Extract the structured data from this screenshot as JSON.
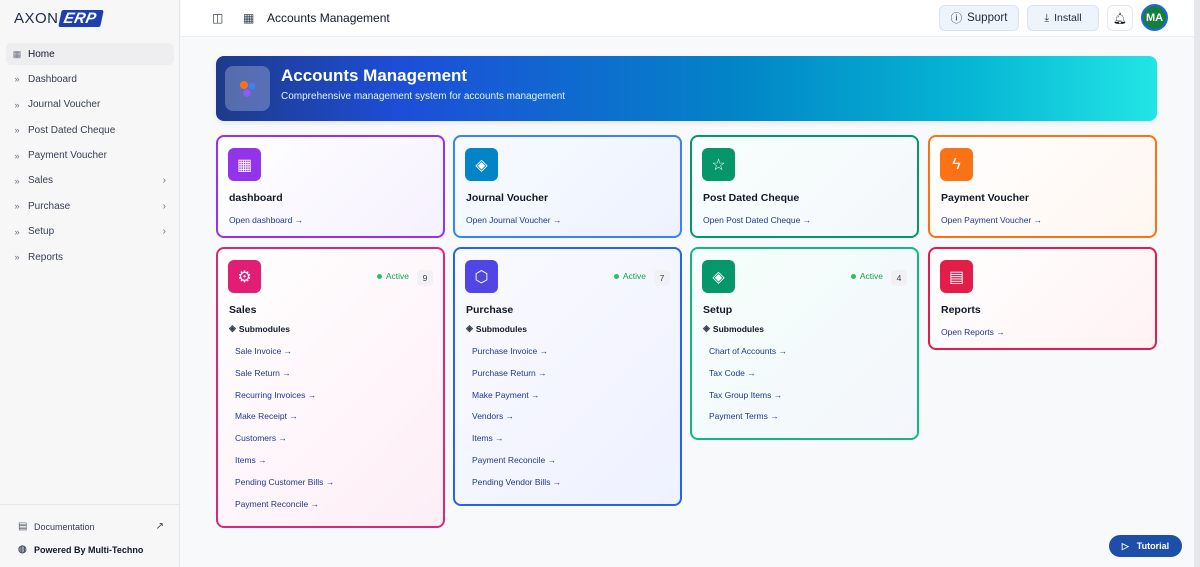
{
  "brand": {
    "part1": "AXON",
    "part2": "ERP"
  },
  "sidebar": {
    "items": [
      {
        "label": "Home",
        "icon": "grid-icon"
      },
      {
        "label": "Dashboard",
        "icon": "chevrons-right-icon"
      },
      {
        "label": "Journal Voucher",
        "icon": "chevrons-right-icon"
      },
      {
        "label": "Post Dated Cheque",
        "icon": "chevrons-right-icon"
      },
      {
        "label": "Payment Voucher",
        "icon": "chevrons-right-icon"
      },
      {
        "label": "Sales",
        "icon": "chevrons-right-icon"
      },
      {
        "label": "Purchase",
        "icon": "chevrons-right-icon"
      },
      {
        "label": "Setup",
        "icon": "chevrons-right-icon"
      },
      {
        "label": "Reports",
        "icon": "chevrons-right-icon"
      }
    ],
    "footer": {
      "documentation": "Documentation",
      "powered": "Powered By Multi-Techno"
    }
  },
  "topbar": {
    "title": "Accounts Management",
    "support": "Support",
    "install": "Install",
    "avatar": "MA"
  },
  "banner": {
    "title": "Accounts Management",
    "subtitle": "Comprehensive management system for accounts management"
  },
  "cards": [
    {
      "title": "dashboard",
      "open": "Open dashboard →"
    },
    {
      "title": "Journal Voucher",
      "open": "Open Journal Voucher →"
    },
    {
      "title": "Post Dated Cheque",
      "open": "Open Post Dated Cheque →"
    },
    {
      "title": "Payment Voucher",
      "open": "Open Payment Voucher →"
    },
    {
      "title": "Sales",
      "status": "Active",
      "count": "9",
      "subheader": "Submodules",
      "items": [
        "Sale Invoice →",
        "Sale Return →",
        "Recurring Invoices →",
        "Make Receipt →",
        "Customers →",
        "Items →",
        "Pending Customer Bills →",
        "Payment Reconcile →"
      ]
    },
    {
      "title": "Purchase",
      "status": "Active",
      "count": "7",
      "subheader": "Submodules",
      "items": [
        "Purchase Invoice →",
        "Purchase Return →",
        "Make Payment →",
        "Vendors →",
        "Items →",
        "Payment Reconcile →",
        "Pending Vendor Bills →"
      ]
    },
    {
      "title": "Setup",
      "status": "Active",
      "count": "4",
      "subheader": "Submodules",
      "items": [
        "Chart of Accounts →",
        "Tax Code →",
        "Tax Group Items →",
        "Payment Terms →"
      ]
    },
    {
      "title": "Reports",
      "open": "Open Reports →"
    }
  ],
  "tutorial": "Tutorial",
  "colors": {
    "accent": "#1e40af",
    "active": "#16a34a"
  }
}
